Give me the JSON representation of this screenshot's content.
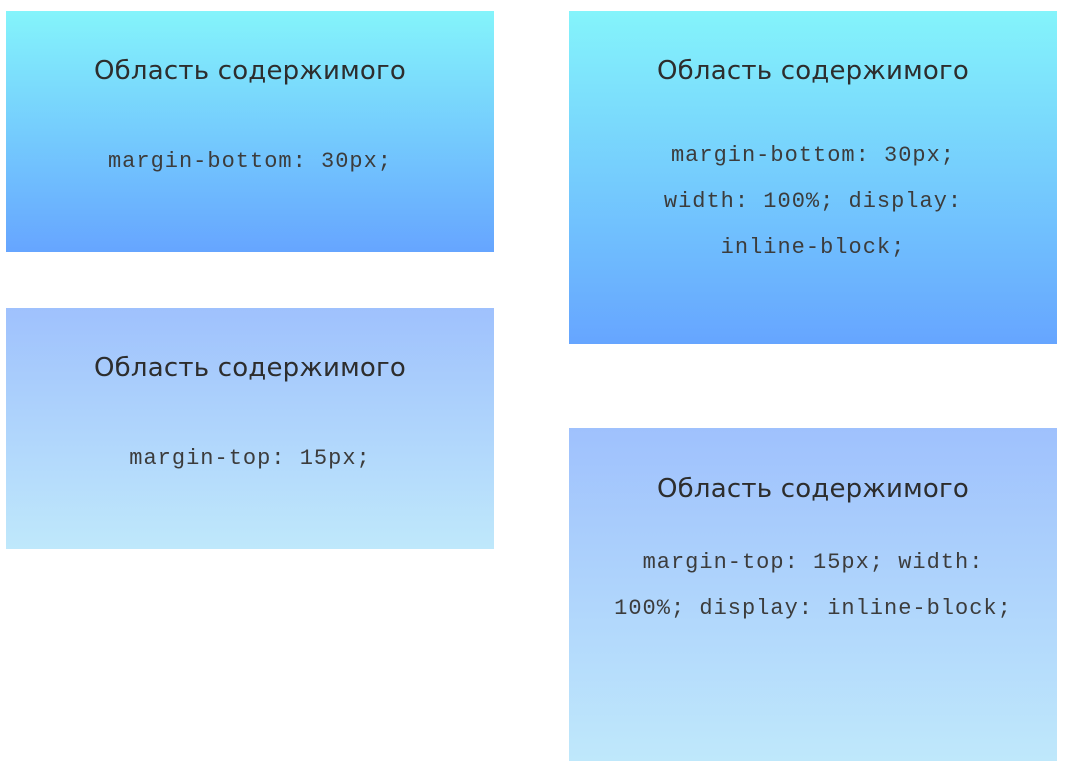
{
  "boxes": [
    {
      "title": "Область содержимого",
      "code": "margin-bottom: 30px;"
    },
    {
      "title": "Область содержимого",
      "code": "margin-top: 15px;"
    },
    {
      "title": "Область содержимого",
      "code": "margin-bottom: 30px; width: 100%; display: inline-block;"
    },
    {
      "title": "Область содержимого",
      "code": "margin-top: 15px; width: 100%; display: inline-block;"
    }
  ],
  "colors": {
    "box_a_top": "#84f4fb",
    "box_a_bottom": "#66a5ff",
    "box_b_top": "#9fc1fd",
    "box_b_bottom": "#bfe8fb"
  }
}
